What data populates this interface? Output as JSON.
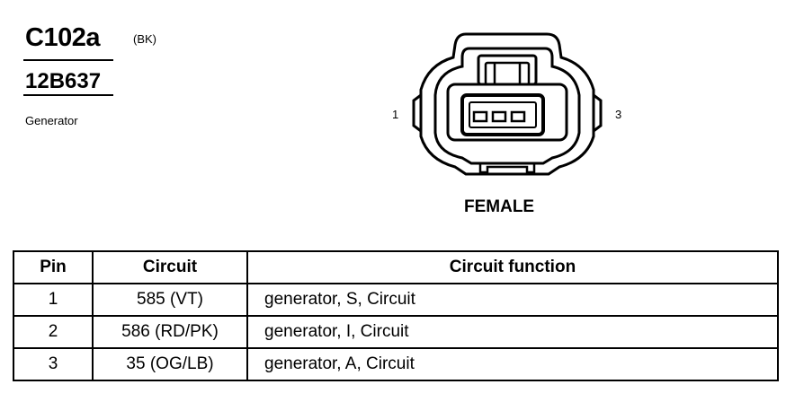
{
  "header": {
    "connector_id": "C102a",
    "color_code": "(BK)",
    "part_number": "12B637",
    "component": "Generator"
  },
  "diagram": {
    "pin_left_label": "1",
    "pin_right_label": "3",
    "gender": "FEMALE"
  },
  "table": {
    "headers": {
      "pin": "Pin",
      "circuit": "Circuit",
      "function": "Circuit function"
    },
    "rows": [
      {
        "pin": "1",
        "circuit": "585 (VT)",
        "function": "generator, S, Circuit"
      },
      {
        "pin": "2",
        "circuit": "586 (RD/PK)",
        "function": "generator, I, Circuit"
      },
      {
        "pin": "3",
        "circuit": "35 (OG/LB)",
        "function": "generator, A, Circuit"
      }
    ]
  }
}
